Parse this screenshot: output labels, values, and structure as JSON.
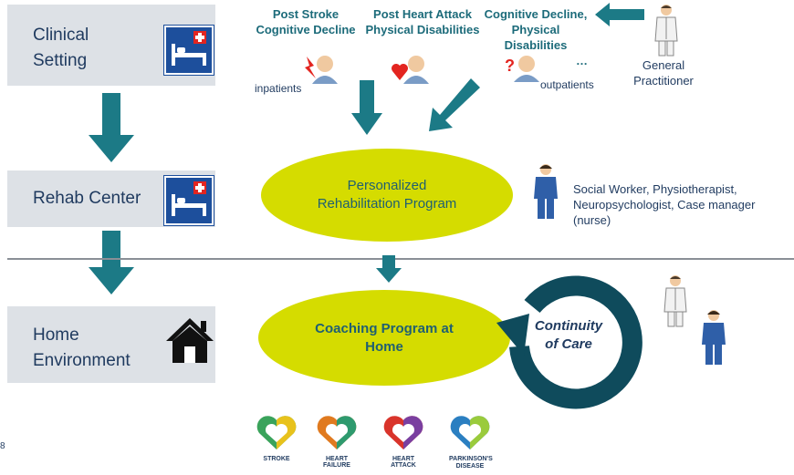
{
  "stages": [
    {
      "label_lines": [
        "Clinical",
        "Setting"
      ],
      "icon": "hospital-bed-icon"
    },
    {
      "label_lines": [
        "Rehab Center"
      ],
      "icon": "hospital-bed-icon"
    },
    {
      "label_lines": [
        "Home",
        "Environment"
      ],
      "icon": "house-icon"
    }
  ],
  "conditions": [
    {
      "lines": [
        "Post Stroke",
        "Cognitive Decline"
      ]
    },
    {
      "lines": [
        "Post Heart Attack",
        "Physical Disabilities"
      ]
    },
    {
      "lines": [
        "Cognitive Decline,",
        "Physical Disabilities"
      ],
      "ellipsis": "…"
    }
  ],
  "patients": {
    "inpatients": "inpatients",
    "outpatients": "outpatients"
  },
  "general_practitioner": {
    "lines": [
      "General",
      "Practitioner"
    ]
  },
  "program": {
    "lines": [
      "Personalized",
      "Rehabilitation Program"
    ]
  },
  "team": {
    "lines": [
      "Social Worker, Physiotherapist,",
      "Neuropsychologist, Case manager",
      "(nurse)"
    ]
  },
  "coaching": {
    "lines": [
      "Coaching Program at",
      "Home"
    ]
  },
  "continuity": {
    "lines": [
      "Continuity",
      "of Care"
    ]
  },
  "disease_badges": [
    "STROKE",
    "HEART FAILURE",
    "HEART ATTACK",
    "PARKINSON'S DISEASE"
  ],
  "page_number": "8",
  "colors": {
    "teal": "#1c7a86",
    "lime": "#d5dc00",
    "navy": "#1d4f9c",
    "dark_teal": "#0f4b5c",
    "panel": "#dde1e6"
  }
}
